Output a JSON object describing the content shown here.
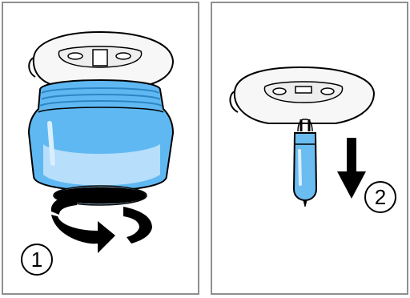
{
  "steps": [
    {
      "number": "1",
      "action": "unscrew-cover"
    },
    {
      "number": "2",
      "action": "pull-out-bulb"
    }
  ],
  "colors": {
    "frame": "#8f8f8f",
    "glass": "#5fb8f2",
    "glass_light": "#b7defa",
    "bulb": "#6bbcf0",
    "outline": "#000000"
  },
  "icons": [
    "rotate-arrow-icon",
    "down-arrow-icon"
  ]
}
